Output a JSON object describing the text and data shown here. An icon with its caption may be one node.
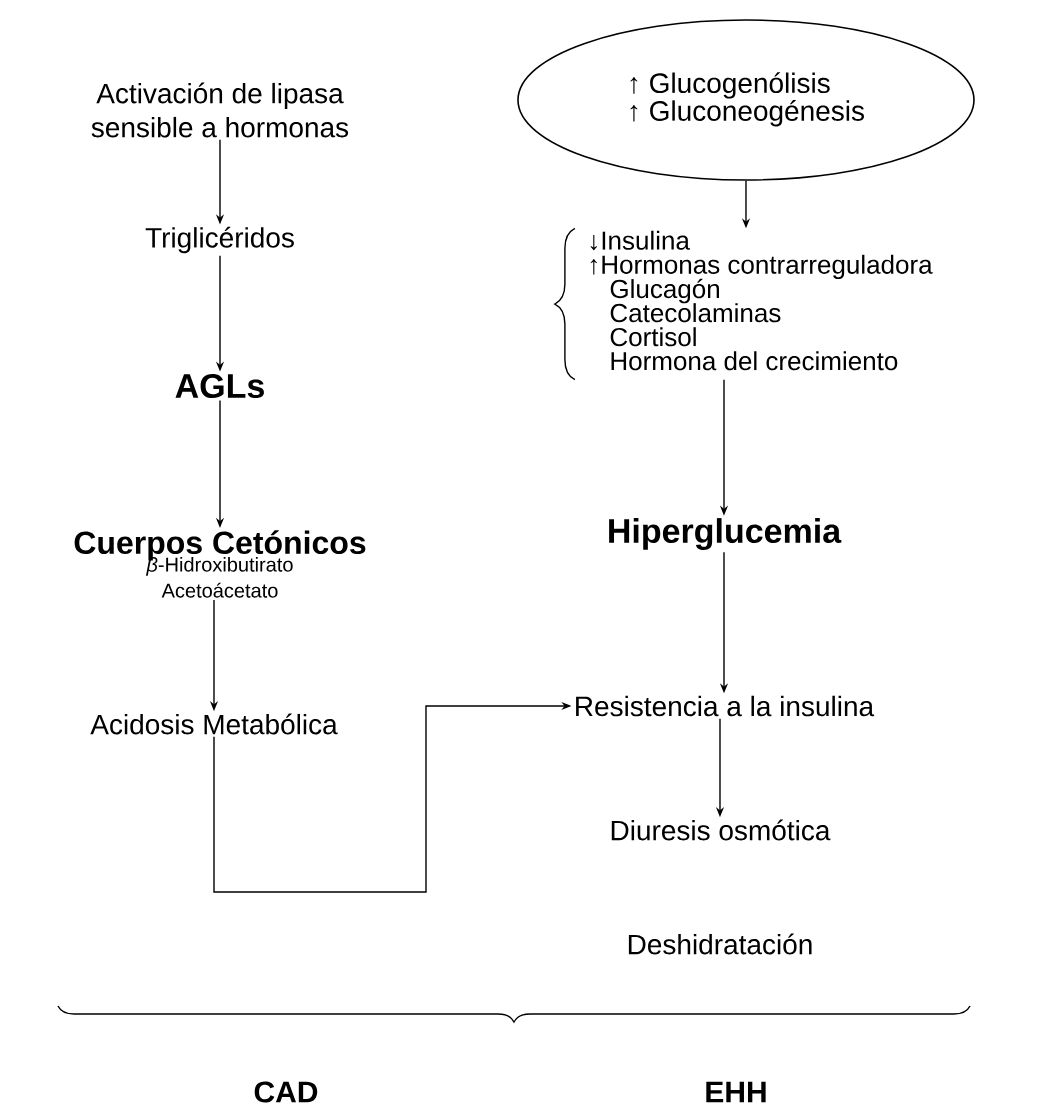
{
  "diagram": {
    "nodes": [
      {
        "text": [
          "Activación de lipasa sensible a hormonas"
        ]
      },
      {
        "text": [
          "Triglicéridos"
        ]
      },
      {
        "text": [
          "AGLs"
        ]
      },
      {
        "text": [
          "Cuerpos Cetónicos",
          "*β*-Hidroxibutirato Acetoácetato"
        ]
      },
      {
        "text": [
          "Acidosis Metabólica"
        ]
      },
      {
        "text": [
          "↑ Glucogenólisis",
          "↑ Gluconeogénesis"
        ]
      },
      {
        "text": [
          "↓Insulina",
          "↑Hormonas contrarreguladora",
          "Glucagón",
          "Catecolaminas",
          "Cortisol",
          "Hormona del crecimiento"
        ]
      },
      {
        "text": [
          "Hiperglucemia"
        ]
      },
      {
        "text": [
          "Resistencia a la insulina"
        ]
      },
      {
        "text": [
          "Diuresis osmótica"
        ]
      },
      {
        "text": [
          "Deshidratación"
        ]
      }
    ],
    "edges": [
      {
        "from": 0,
        "to": 1,
        "arrow": "to"
      },
      {
        "from": 1,
        "to": 2,
        "arrow": "to"
      },
      {
        "from": 2,
        "to": 3,
        "arrow": "to"
      },
      {
        "from": 3,
        "to": 4,
        "arrow": "to"
      },
      {
        "from": 4,
        "to": 8,
        "arrow": "to"
      },
      {
        "from": 5,
        "to": 6,
        "arrow": "to"
      },
      {
        "from": 6,
        "to": 7,
        "arrow": "to"
      },
      {
        "from": 7,
        "to": 8,
        "arrow": "to"
      },
      {
        "from": 8,
        "to": 9,
        "arrow": "to"
      }
    ],
    "labels": [
      "CAD",
      "EHH"
    ]
  }
}
